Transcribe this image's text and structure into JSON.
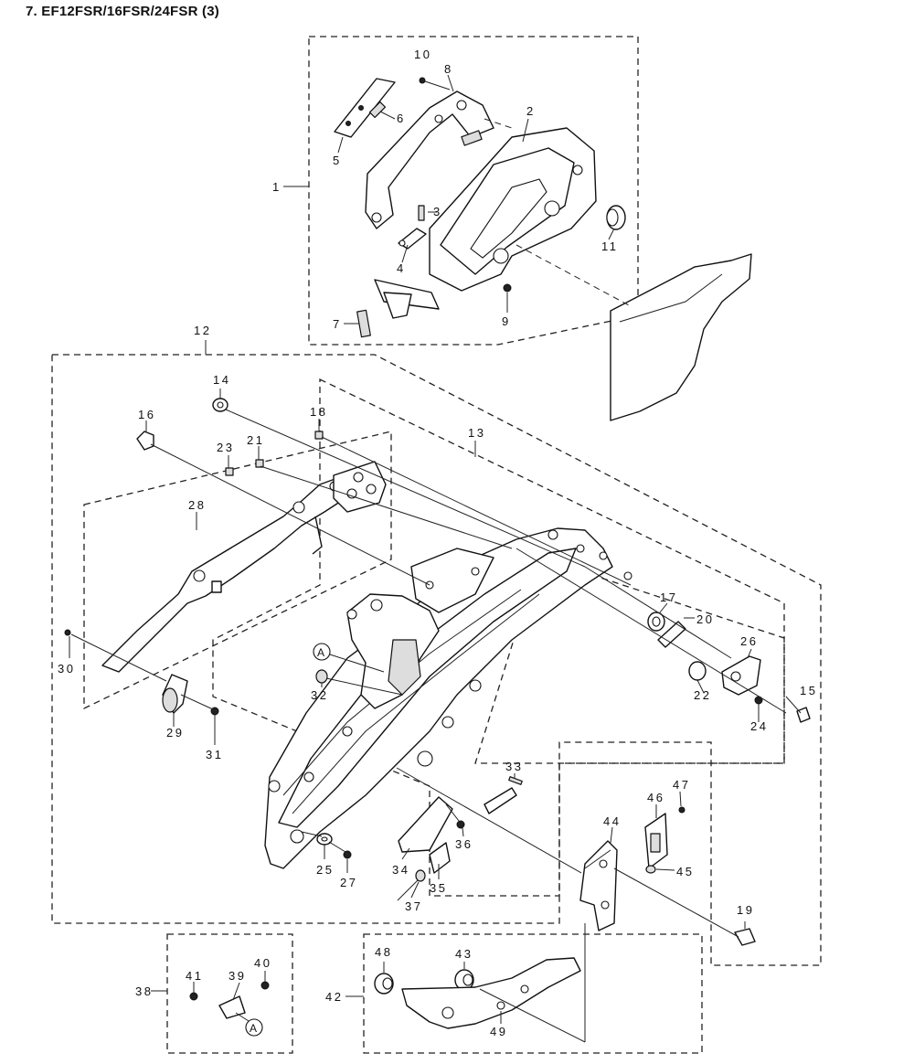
{
  "title": "7.  EF12FSR/16FSR/24FSR (3)",
  "callouts": [
    "1",
    "2",
    "3",
    "4",
    "5",
    "6",
    "7",
    "8",
    "9",
    "10",
    "11",
    "12",
    "13",
    "14",
    "15",
    "16",
    "17",
    "18",
    "19",
    "20",
    "21",
    "22",
    "23",
    "24",
    "25",
    "26",
    "27",
    "28",
    "29",
    "30",
    "31",
    "32",
    "33",
    "34",
    "35",
    "36",
    "37",
    "38",
    "39",
    "40",
    "41",
    "42",
    "43",
    "44",
    "45",
    "46",
    "47",
    "48",
    "49"
  ],
  "reference_marker": "A"
}
